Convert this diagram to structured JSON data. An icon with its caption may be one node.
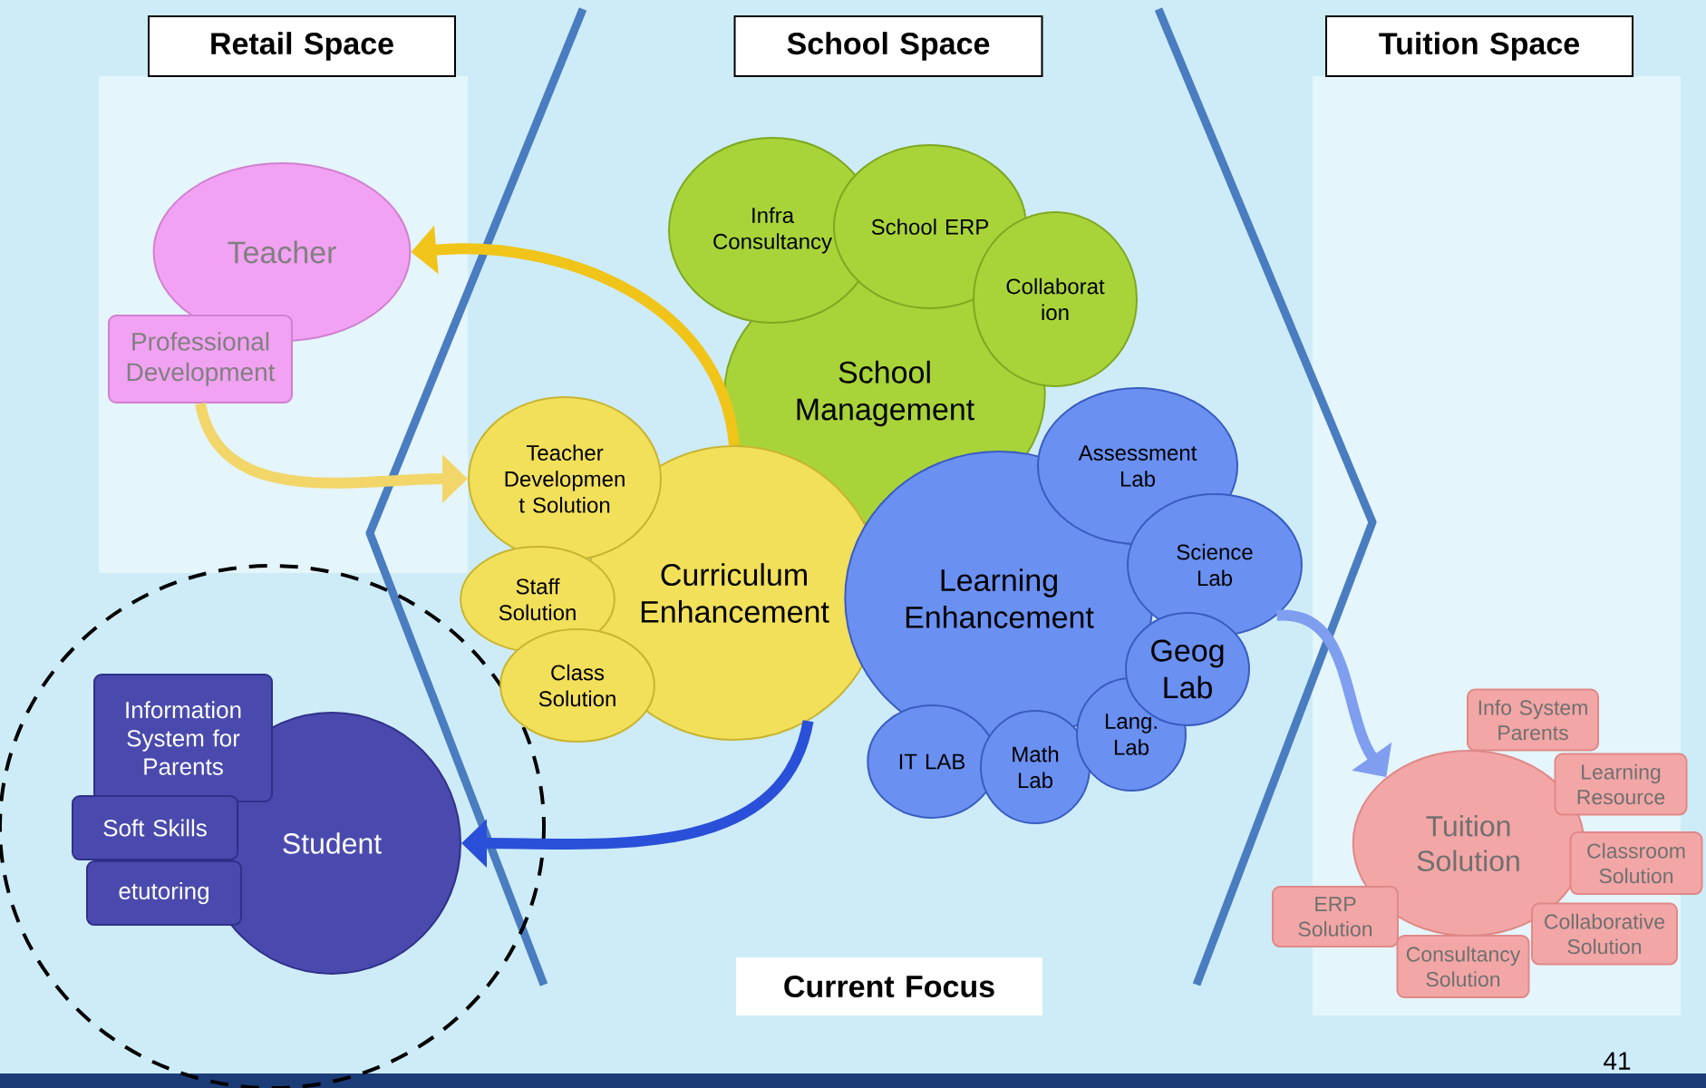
{
  "diagram": {
    "nodes": [
      {
        "text": [
          "Retail Space"
        ]
      },
      {
        "text": [
          "School Space"
        ]
      },
      {
        "text": [
          "Tuition Space"
        ]
      },
      {
        "text": [
          "Teacher"
        ]
      },
      {
        "text": [
          "Professional Development"
        ]
      },
      {
        "text": [
          "Infra Consultancy"
        ]
      },
      {
        "text": [
          "School ERP"
        ]
      },
      {
        "text": [
          "Collaborat ion"
        ]
      },
      {
        "text": [
          "School Management"
        ]
      },
      {
        "text": [
          "Teacher Developmen t Solution"
        ]
      },
      {
        "text": [
          "Staff Solution"
        ]
      },
      {
        "text": [
          "Class Solution"
        ]
      },
      {
        "text": [
          "Curriculum Enhancement"
        ]
      },
      {
        "text": [
          "Assessment Lab"
        ]
      },
      {
        "text": [
          "Learning Enhancement"
        ]
      },
      {
        "text": [
          "Science Lab"
        ]
      },
      {
        "text": [
          "Geog Lab"
        ]
      },
      {
        "text": [
          "IT LAB"
        ]
      },
      {
        "text": [
          "Math Lab"
        ]
      },
      {
        "text": [
          "Lang. Lab"
        ]
      },
      {
        "text": [
          "Information System for Parents"
        ]
      },
      {
        "text": [
          "Soft Skills"
        ]
      },
      {
        "text": [
          "etutoring"
        ]
      },
      {
        "text": [
          "Student"
        ]
      },
      {
        "text": [
          "Info System Parents"
        ]
      },
      {
        "text": [
          "Learning Resource"
        ]
      },
      {
        "text": [
          "Tuition Solution"
        ]
      },
      {
        "text": [
          "Classroom Solution"
        ]
      },
      {
        "text": [
          "ERP Solution"
        ]
      },
      {
        "text": [
          "Collaborative Solution"
        ]
      },
      {
        "text": [
          "Consultancy Solution"
        ]
      },
      {
        "text": [
          "Current Focus"
        ]
      }
    ],
    "edges": [
      {
        "from": 12,
        "to": 3,
        "arrow": "to",
        "color": "#f0c419"
      },
      {
        "from": 4,
        "to": 9,
        "arrow": "to",
        "color": "#f2d66a"
      },
      {
        "from": 12,
        "to": 23,
        "arrow": "to",
        "color": "#2a4fd8"
      },
      {
        "from": 15,
        "to": 26,
        "arrow": "to",
        "color": "#7f9ef0"
      }
    ],
    "labels": [
      "41"
    ]
  }
}
